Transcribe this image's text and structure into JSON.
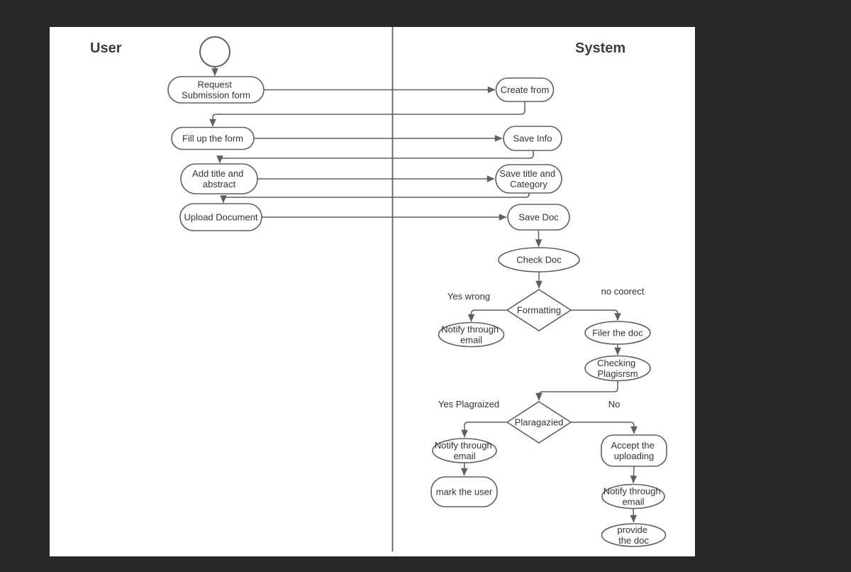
{
  "lanes": {
    "left_title": "User",
    "right_title": "System"
  },
  "nodes": {
    "request_submission": {
      "line1": "Request",
      "line2": "Submission form"
    },
    "create_from": {
      "label": "Create from"
    },
    "fill_up_form": {
      "label": "Fill up the form"
    },
    "save_info": {
      "label": "Save Info"
    },
    "add_title_abstract": {
      "line1": "Add title and",
      "line2": "abstract"
    },
    "save_title_category": {
      "line1": "Save title and",
      "line2": "Category"
    },
    "upload_document": {
      "label": "Upload Document"
    },
    "save_doc": {
      "label": "Save Doc"
    },
    "check_doc": {
      "label": "Check Doc"
    },
    "formatting_decision": {
      "label": "Formatting"
    },
    "notify_email_wrong": {
      "line1": "Notify through",
      "line2": "email"
    },
    "filer_the_doc": {
      "label": "Filer the doc"
    },
    "checking_plagisrsm": {
      "line1": "Checking",
      "line2": "Plagisrsm"
    },
    "plaragazied_decision": {
      "label": "Plaragazied"
    },
    "notify_email_plagiarized": {
      "line1": "Notify through",
      "line2": "email"
    },
    "accept_uploading": {
      "line1": "Accept the",
      "line2": "uploading"
    },
    "mark_the_user": {
      "label": "mark the user"
    },
    "notify_email_accept": {
      "line1": "Notify through",
      "line2": "email"
    },
    "provide_the_doc": {
      "line1": "provide",
      "line2": "the doc"
    }
  },
  "edge_labels": {
    "formatting_yes": "Yes wrong",
    "formatting_no": "no coorect",
    "plagiarized_yes": "Yes Plagraized",
    "plagiarized_no": "No"
  },
  "theme": {
    "app_background": "#282828",
    "canvas_background": "#ffffff",
    "shape_stroke": "#5f5f5f",
    "text_color": "#333333",
    "header_color": "#3d3d3d"
  }
}
